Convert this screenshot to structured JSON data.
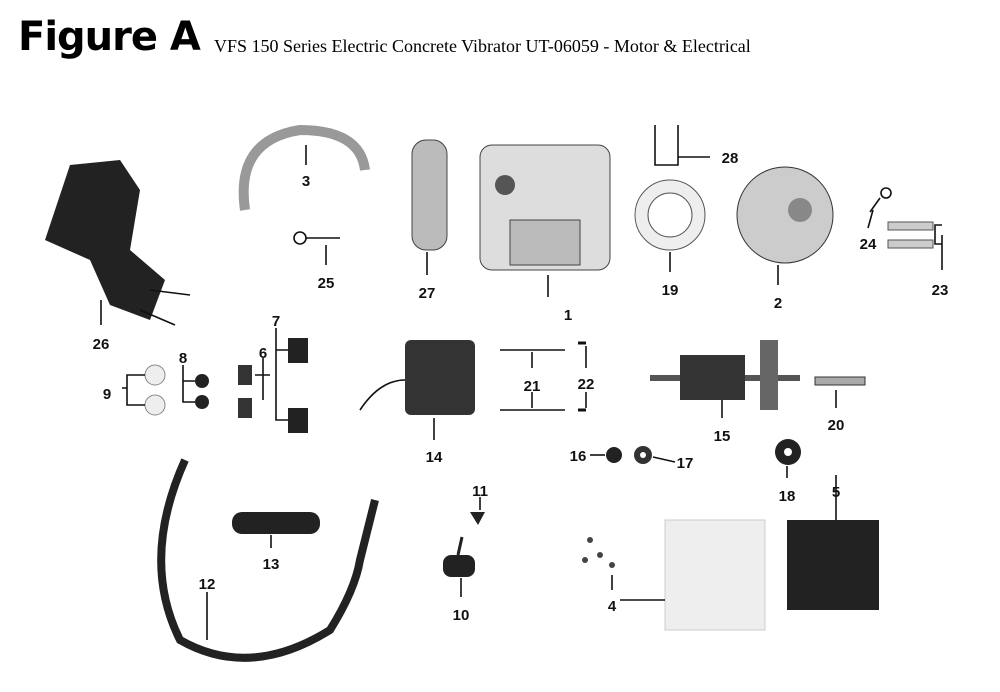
{
  "figure_label": "Figure A",
  "title": "VFS 150 Series Electric Concrete Vibrator UT-06059 - Motor & Electrical",
  "callouts": [
    "1",
    "2",
    "3",
    "4",
    "5",
    "6",
    "7",
    "8",
    "9",
    "10",
    "11",
    "12",
    "13",
    "14",
    "15",
    "16",
    "17",
    "18",
    "19",
    "20",
    "21",
    "22",
    "23",
    "24",
    "25",
    "26",
    "27",
    "28"
  ]
}
